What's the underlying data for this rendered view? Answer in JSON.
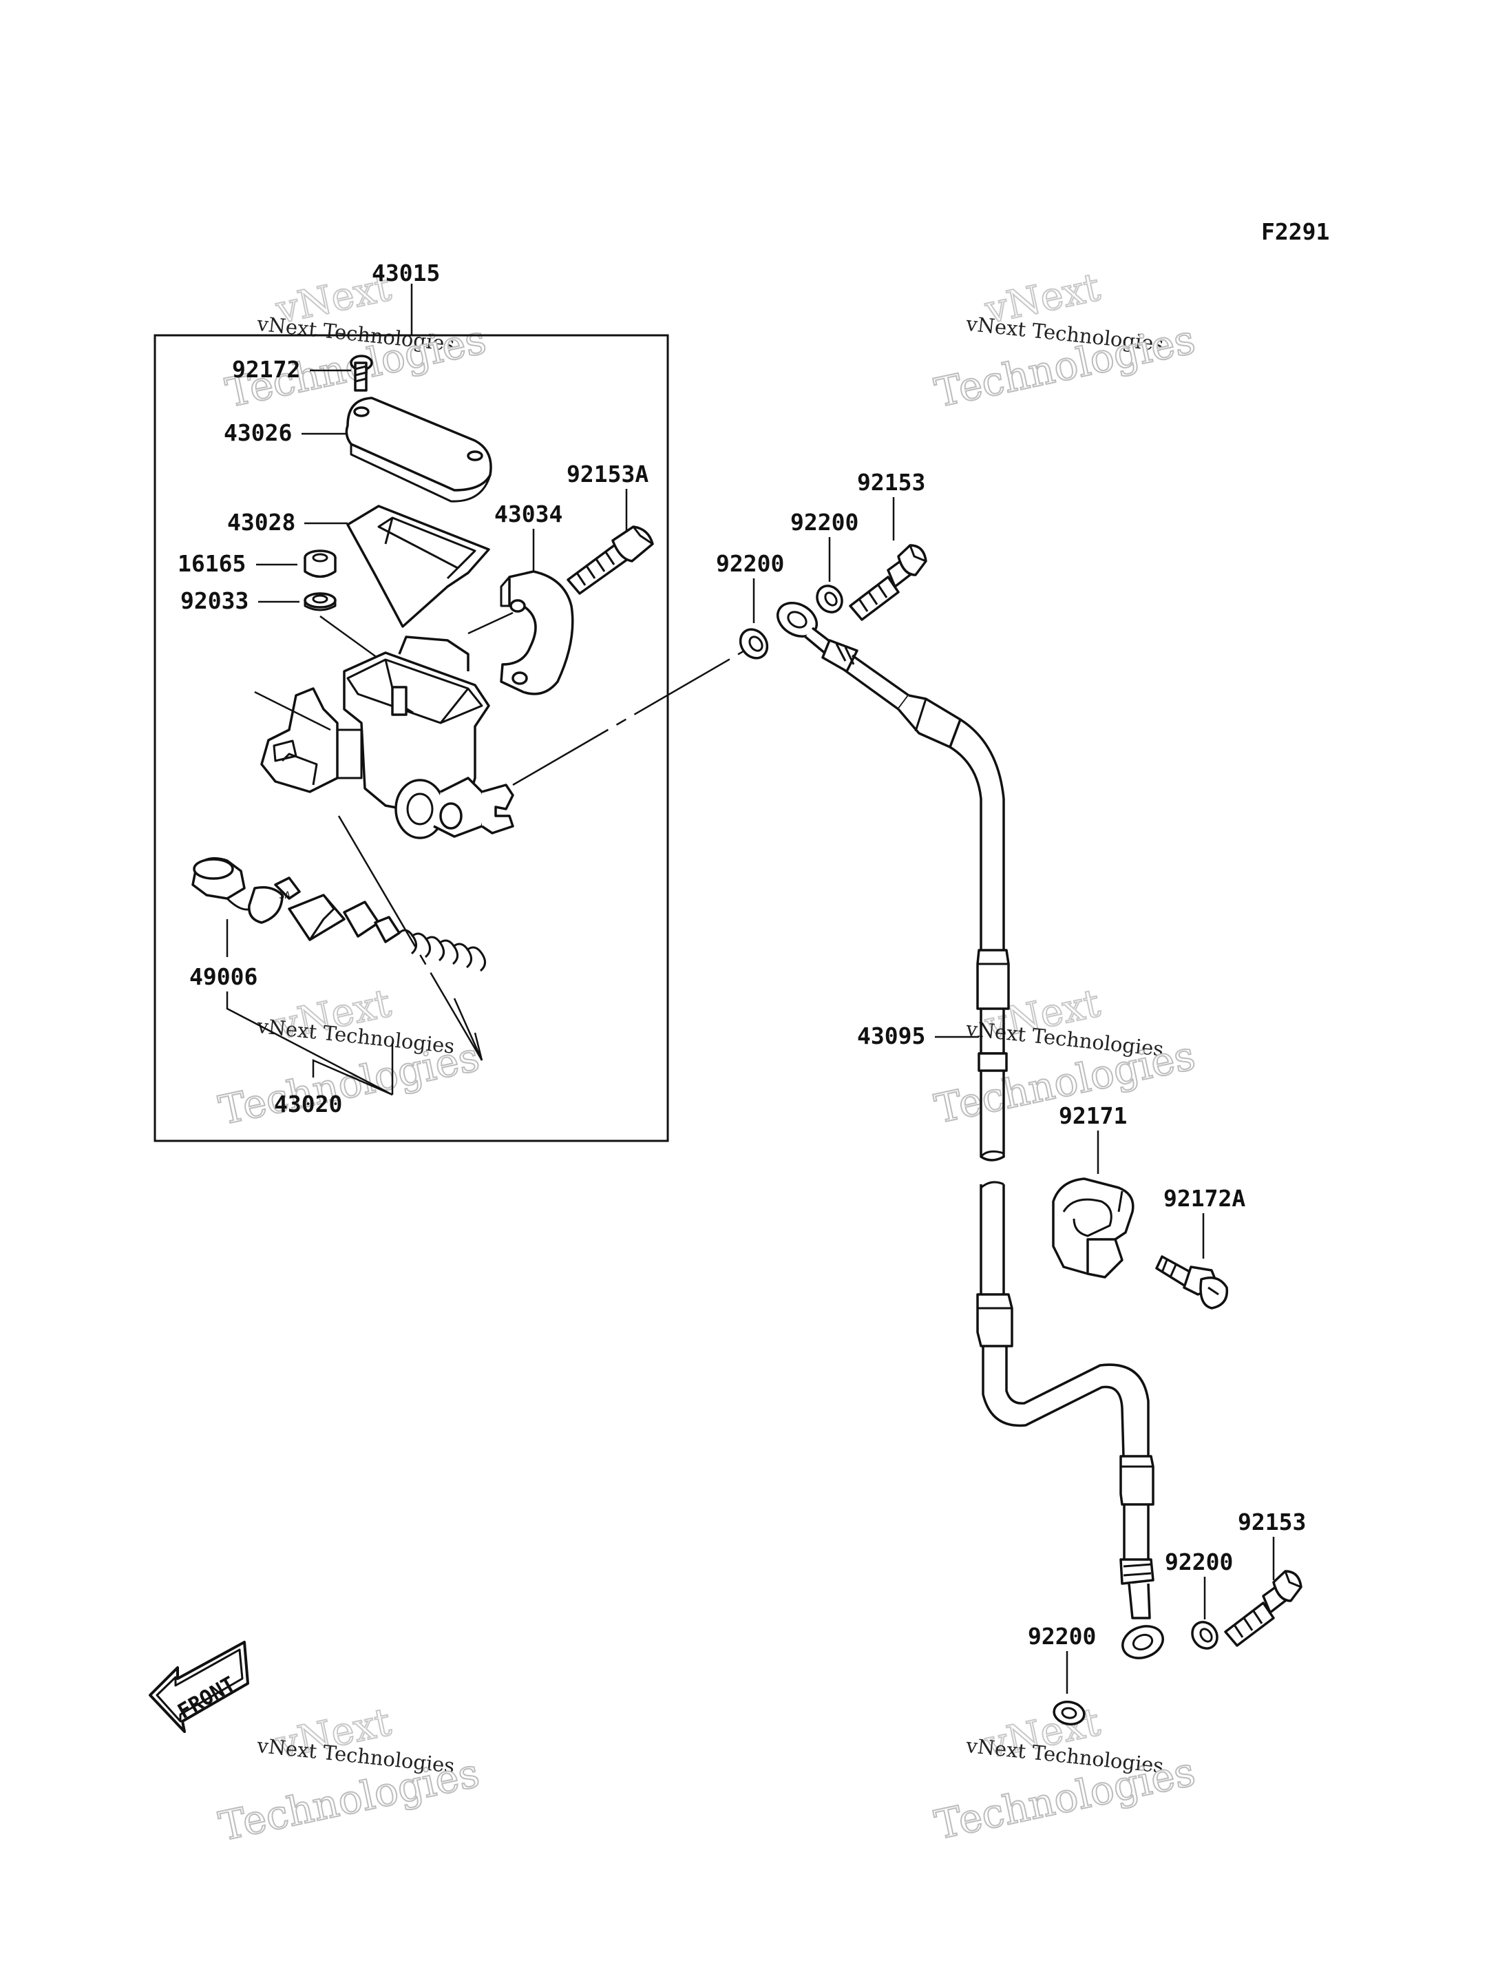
{
  "diagram_code": "F2291",
  "front_label": "FRONT",
  "watermark": {
    "line1": "vNext",
    "line2": "vNext Technologies",
    "line3": "Technologies"
  },
  "parts": {
    "p43015": "43015",
    "p92172": "92172",
    "p43026": "43026",
    "p43028": "43028",
    "p16165": "16165",
    "p92033": "92033",
    "p43034": "43034",
    "p92153A": "92153A",
    "p92153_top": "92153",
    "p92200_top_right": "92200",
    "p92200_top_left": "92200",
    "p49006": "49006",
    "p43020": "43020",
    "p43095": "43095",
    "p92171": "92171",
    "p92172A": "92172A",
    "p92153_bottom": "92153",
    "p92200_bottom_right": "92200",
    "p92200_bottom_left": "92200"
  },
  "icons": {
    "front_arrow": "front-arrow-icon"
  }
}
